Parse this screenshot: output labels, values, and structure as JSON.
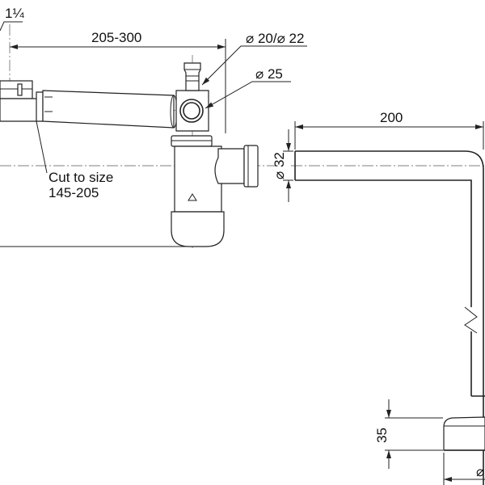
{
  "labels": {
    "thread_size": "1¼",
    "length_range": "205-300",
    "spigot_diameter": "⌀ 20/⌀ 22",
    "inlet_diameter": "⌀ 25",
    "cut_note_line1": "Cut to size",
    "cut_note_line2": "145-205",
    "pipe_length": "200",
    "pipe_diameter": "⌀ 32",
    "base_height": "35",
    "base_diameter": "⌀"
  },
  "colors": {
    "line": "#222222",
    "background": "#ffffff"
  }
}
